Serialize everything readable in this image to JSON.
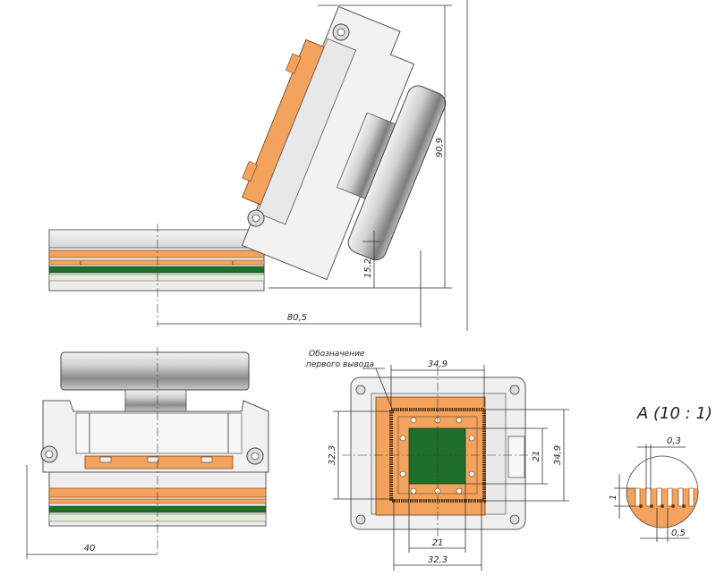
{
  "dimensions": {
    "height_total": "90,9",
    "height_base": "15,2",
    "length_open": "80,5",
    "width_front": "40",
    "top_width": "34,9",
    "left_height": "32,3",
    "inner_21_vertical": "21",
    "right_height": "34,9",
    "bottom_inner": "21",
    "bottom_outer": "32,3"
  },
  "annotations": {
    "pin1_line1": "Обозначение",
    "pin1_line2": "первого вывода"
  },
  "detail": {
    "title": "A  (10 : 1)",
    "pitch": "0,3",
    "pin_length": "1",
    "gap": "0,5"
  },
  "colors": {
    "orange": "#f3a35e",
    "green": "#1f6e2a",
    "gray_light": "#e6e6e6",
    "gray_mid": "#b8b8b8",
    "gray_dark": "#6e6e6e"
  }
}
